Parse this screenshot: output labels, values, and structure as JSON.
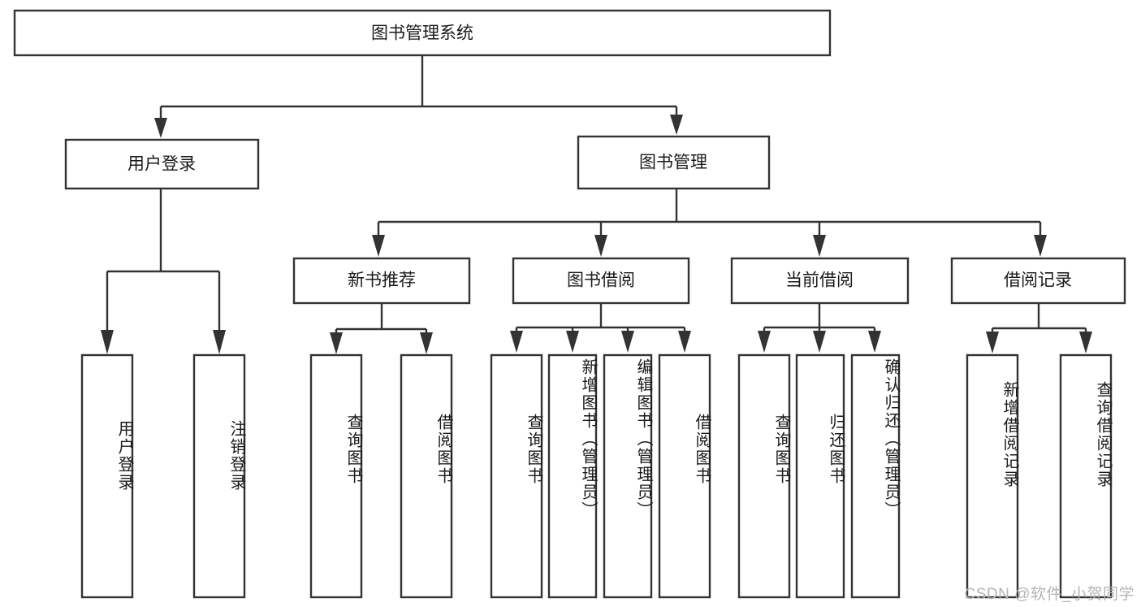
{
  "diagram": {
    "type": "tree-hierarchy",
    "title": "图书管理系统",
    "root": {
      "id": "root",
      "label": "图书管理系统",
      "orientation": "horizontal"
    },
    "level2": [
      {
        "id": "user-login",
        "label": "用户登录",
        "orientation": "horizontal"
      },
      {
        "id": "book-management",
        "label": "图书管理",
        "orientation": "horizontal"
      }
    ],
    "level3": [
      {
        "id": "new-book-recommend",
        "label": "新书推荐",
        "orientation": "horizontal",
        "parent": "book-management"
      },
      {
        "id": "book-borrow",
        "label": "图书借阅",
        "orientation": "horizontal",
        "parent": "book-management"
      },
      {
        "id": "current-borrow",
        "label": "当前借阅",
        "orientation": "horizontal",
        "parent": "book-management"
      },
      {
        "id": "borrow-record",
        "label": "借阅记录",
        "orientation": "horizontal",
        "parent": "book-management"
      }
    ],
    "leaves": [
      {
        "id": "leaf-user-login",
        "label": "用户登录",
        "parent": "user-login",
        "orientation": "vertical"
      },
      {
        "id": "leaf-user-logout",
        "label": "注销登录",
        "parent": "user-login",
        "orientation": "vertical"
      },
      {
        "id": "leaf-query-book-1",
        "label": "查询图书",
        "parent": "new-book-recommend",
        "orientation": "vertical"
      },
      {
        "id": "leaf-borrow-book-1",
        "label": "借阅图书",
        "parent": "new-book-recommend",
        "orientation": "vertical"
      },
      {
        "id": "leaf-query-book-2",
        "label": "查询图书",
        "parent": "book-borrow",
        "orientation": "vertical"
      },
      {
        "id": "leaf-add-book",
        "label": "新增图书（管理员）",
        "parent": "book-borrow",
        "orientation": "vertical"
      },
      {
        "id": "leaf-edit-book",
        "label": "编辑图书（管理员）",
        "parent": "book-borrow",
        "orientation": "vertical"
      },
      {
        "id": "leaf-borrow-book-2",
        "label": "借阅图书",
        "parent": "book-borrow",
        "orientation": "vertical"
      },
      {
        "id": "leaf-query-book-3",
        "label": "查询图书",
        "parent": "current-borrow",
        "orientation": "vertical"
      },
      {
        "id": "leaf-return-book",
        "label": "归还图书",
        "parent": "current-borrow",
        "orientation": "vertical"
      },
      {
        "id": "leaf-confirm-return",
        "label": "确认归还（管理员）",
        "parent": "current-borrow",
        "orientation": "vertical"
      },
      {
        "id": "leaf-add-record",
        "label": "新增借阅记录",
        "parent": "borrow-record",
        "orientation": "vertical"
      },
      {
        "id": "leaf-query-record",
        "label": "查询借阅记录",
        "parent": "borrow-record",
        "orientation": "vertical"
      }
    ]
  },
  "watermark": {
    "text": "CSDN @软件_小贺同学"
  },
  "colors": {
    "stroke": "#333333",
    "box_fill": "#ffffff",
    "text": "#1a1a1a",
    "watermark": "#b4b4b4",
    "background": "#ffffff"
  }
}
